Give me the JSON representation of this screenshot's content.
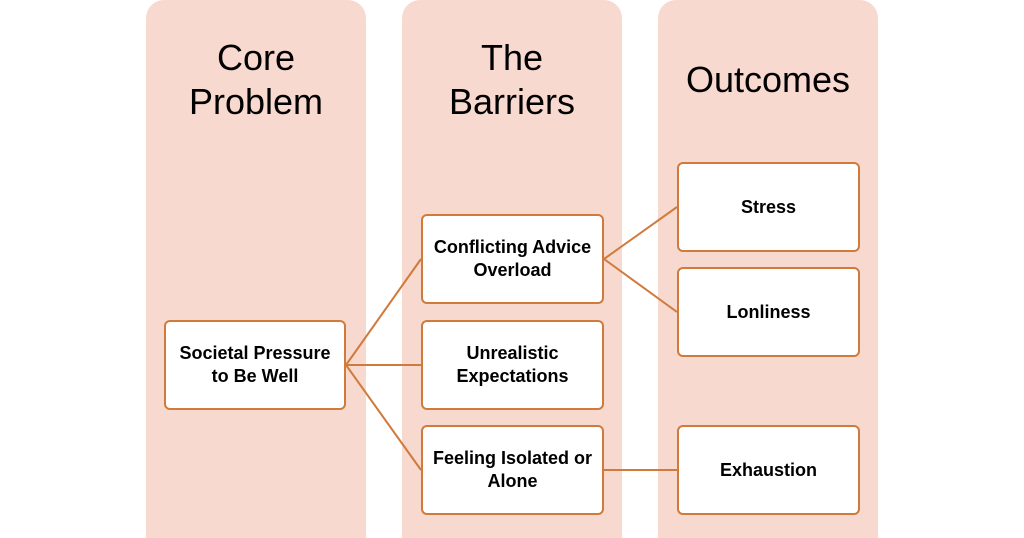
{
  "colors": {
    "column_fill": "#f8d9cf",
    "accent": "#d07a3c",
    "box_fill": "#ffffff",
    "text": "#000000"
  },
  "columns": {
    "core": {
      "title": "Core\nProblem"
    },
    "barriers": {
      "title": "The\nBarriers"
    },
    "outcomes": {
      "title": "Outcomes"
    }
  },
  "nodes": {
    "core_problem": "Societal Pressure to Be Well",
    "conflicting_advice": "Conflicting Advice Overload",
    "unrealistic_expectations": "Unrealistic Expectations",
    "feeling_isolated": "Feeling Isolated or Alone",
    "stress": "Stress",
    "lonliness": "Lonliness",
    "exhaustion": "Exhaustion"
  },
  "edges": [
    {
      "from": "core_problem",
      "to": "conflicting_advice"
    },
    {
      "from": "core_problem",
      "to": "unrealistic_expectations"
    },
    {
      "from": "core_problem",
      "to": "feeling_isolated"
    },
    {
      "from": "conflicting_advice",
      "to": "stress"
    },
    {
      "from": "conflicting_advice",
      "to": "lonliness"
    },
    {
      "from": "feeling_isolated",
      "to": "exhaustion"
    }
  ]
}
